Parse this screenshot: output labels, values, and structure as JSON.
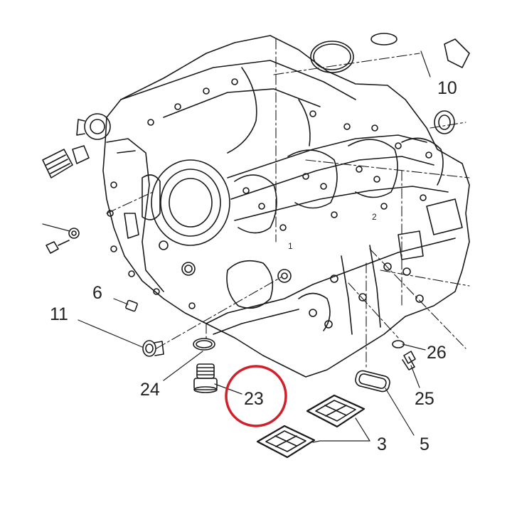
{
  "diagram": {
    "callouts": {
      "p10": "10",
      "p6": "6",
      "p11": "11",
      "p24": "24",
      "p23": "23",
      "p26": "26",
      "p25": "25",
      "p3": "3",
      "p5": "5"
    },
    "embossed_numbers": {
      "n1": "1",
      "n2": "2"
    },
    "highlight": {
      "target": "23",
      "color": "#d0202a"
    },
    "line_color": "#1a1a1a",
    "leader_color": "#222222"
  }
}
